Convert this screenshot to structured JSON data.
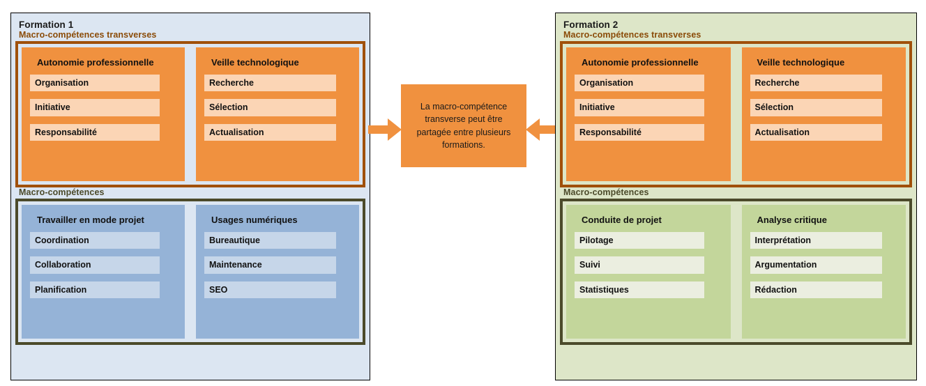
{
  "diagram": {
    "title_hidden": "",
    "colors": {
      "formation1_bg": "#dce6f2",
      "formation2_bg": "#dde6c8",
      "transverse_border": "#a0500a",
      "macro_border": "#4b4a2a",
      "transverse_column": "#f0913f",
      "transverse_pill": "#fbd5b5",
      "formation1_column": "#95b3d7",
      "formation1_pill": "#c6d6e9",
      "formation2_column": "#c3d69b",
      "formation2_pill": "#ebeee0",
      "transverse_label": "#8a4b08",
      "macro_label": "#4b4a2a",
      "arrow": "#f0913f",
      "note_bg": "#f0913f"
    },
    "formations": [
      {
        "title": "Formation 1",
        "groups": [
          {
            "label": "Macro-compétences transverses",
            "kind": "transverse",
            "columns": [
              {
                "title": "Autonomie professionnelle",
                "items": [
                  "Organisation",
                  "Initiative",
                  "Responsabilité"
                ]
              },
              {
                "title": "Veille technologique",
                "items": [
                  "Recherche",
                  "Sélection",
                  "Actualisation"
                ]
              }
            ]
          },
          {
            "label": "Macro-compétences",
            "kind": "macro",
            "columns": [
              {
                "title": "Travailler en mode projet",
                "items": [
                  "Coordination",
                  "Collaboration",
                  "Planification"
                ]
              },
              {
                "title": "Usages numériques",
                "items": [
                  "Bureautique",
                  "Maintenance",
                  "SEO"
                ]
              }
            ]
          }
        ]
      },
      {
        "title": "Formation 2",
        "groups": [
          {
            "label": "Macro-compétences transverses",
            "kind": "transverse",
            "columns": [
              {
                "title": "Autonomie professionnelle",
                "items": [
                  "Organisation",
                  "Initiative",
                  "Responsabilité"
                ]
              },
              {
                "title": "Veille technologique",
                "items": [
                  "Recherche",
                  "Sélection",
                  "Actualisation"
                ]
              }
            ]
          },
          {
            "label": "Macro-compétences",
            "kind": "macro",
            "columns": [
              {
                "title": "Conduite de projet",
                "items": [
                  "Pilotage",
                  "Suivi",
                  "Statistiques"
                ]
              },
              {
                "title": "Analyse critique",
                "items": [
                  "Interprétation",
                  "Argumentation",
                  "Rédaction"
                ]
              }
            ]
          }
        ]
      }
    ],
    "center_note": {
      "text": "La macro-compétence transverse peut être partagée entre plusieurs formations.",
      "arrow_left_name": "arrow-pointing-right",
      "arrow_right_name": "arrow-pointing-left"
    }
  }
}
